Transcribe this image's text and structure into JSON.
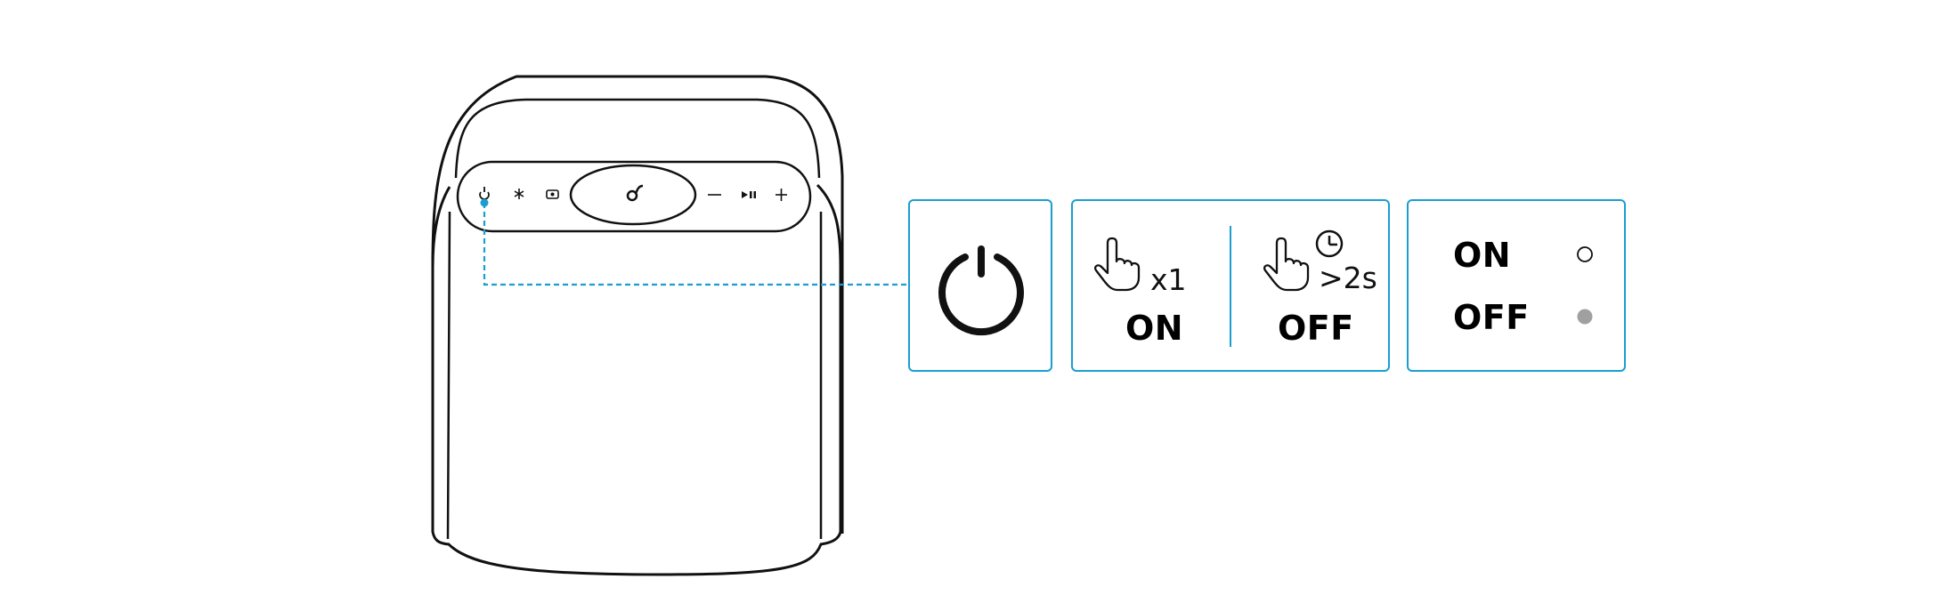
{
  "diagram": {
    "press_once": {
      "count_label": "x1",
      "result_label": "ON"
    },
    "press_hold": {
      "duration_label": ">2s",
      "result_label": "OFF"
    },
    "led_status": [
      {
        "label": "ON",
        "indicator": "hollow-circle"
      },
      {
        "label": "OFF",
        "indicator": "filled-circle",
        "color": "#a0a0a0"
      }
    ],
    "accent_color": "#1a9ed0",
    "icons": [
      "power-icon",
      "bluetooth-icon",
      "partycast-icon",
      "bassup-icon",
      "volume-down-icon",
      "play-pause-icon",
      "volume-up-icon",
      "tap-hand-icon",
      "hold-hand-icon",
      "clock-icon"
    ]
  }
}
